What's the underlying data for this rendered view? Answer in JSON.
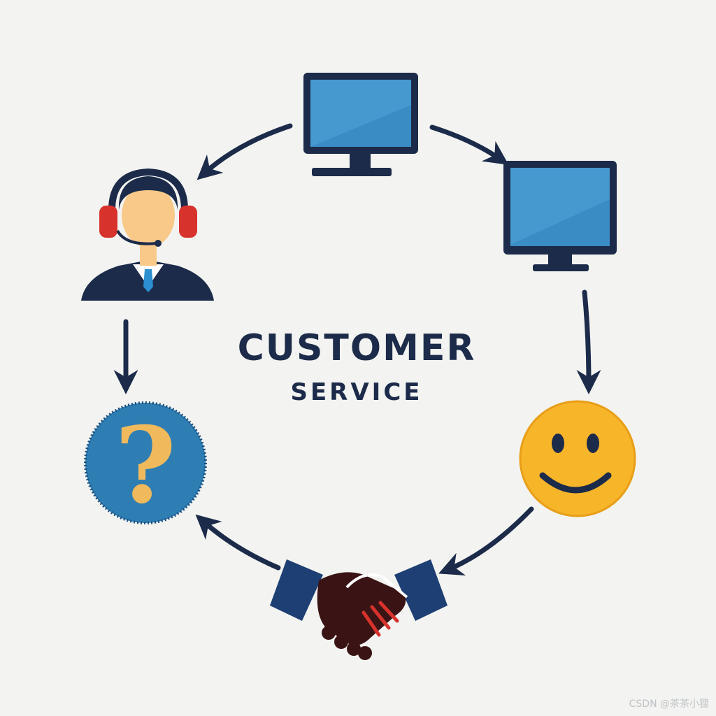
{
  "diagram": {
    "title_line1": "CUSTOMER",
    "title_line2": "SERVICE",
    "question_mark": "?",
    "watermark": "CSDN @茶茶小狸",
    "nodes": [
      {
        "id": "computer-top",
        "icon": "computer-monitor-icon"
      },
      {
        "id": "computer-right",
        "icon": "computer-monitor-icon"
      },
      {
        "id": "smiley",
        "icon": "smiley-face-icon"
      },
      {
        "id": "handshake",
        "icon": "handshake-icon"
      },
      {
        "id": "question",
        "icon": "question-mark-icon"
      },
      {
        "id": "agent",
        "icon": "support-agent-headset-icon"
      }
    ],
    "colors": {
      "navy": "#1c2b4a",
      "screen_blue": "#3a8cc4",
      "question_blue": "#2e7eb3",
      "question_mark": "#f0b95c",
      "smiley": "#f7b52a",
      "headset_red": "#d8322d",
      "sleeve_blue": "#1e3f73",
      "hand_dark": "#3a1414"
    }
  }
}
